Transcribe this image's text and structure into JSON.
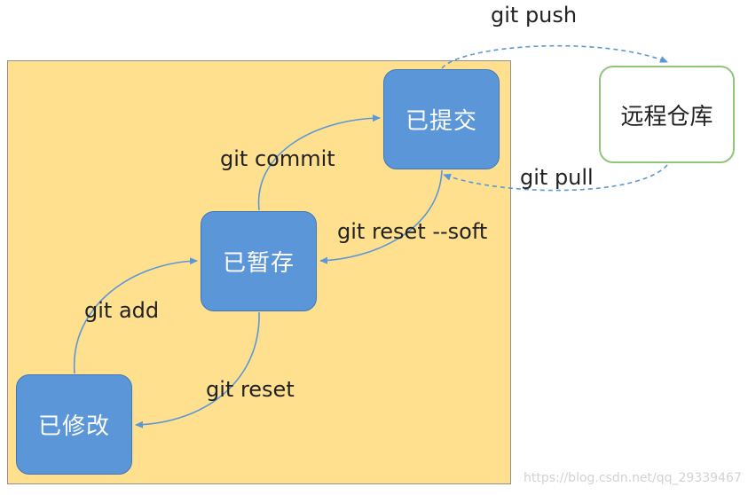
{
  "nodes": {
    "committed": "已提交",
    "staged": "已暂存",
    "modified": "已修改",
    "remote": "远程仓库"
  },
  "commands": {
    "push": "git push",
    "pull": "git pull",
    "commit": "git commit",
    "reset_soft": "git reset --soft",
    "add": "git add",
    "reset": "git reset"
  },
  "watermark": "https://blog.csdn.net/qq_29339467",
  "colors": {
    "local_area_fill": "#FFE08F",
    "node_fill": "#5B97D8",
    "remote_border": "#93C47D",
    "arrow": "#5B97D8"
  }
}
